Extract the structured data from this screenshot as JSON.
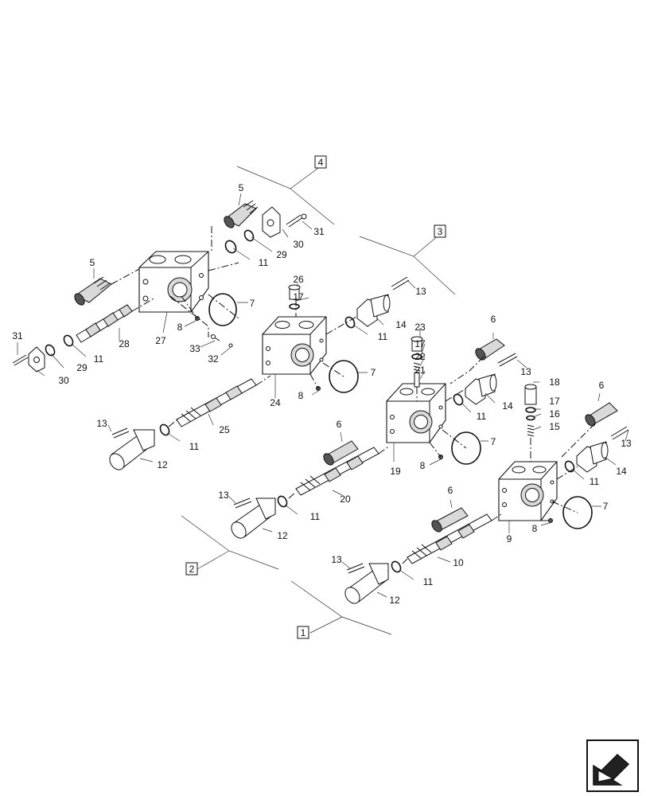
{
  "diagram": {
    "groups": [
      "1",
      "2",
      "3",
      "4"
    ],
    "callouts": {
      "g4": [
        "5",
        "5",
        "31",
        "30",
        "29",
        "11",
        "7",
        "27",
        "8",
        "33",
        "32",
        "28",
        "11",
        "29",
        "30",
        "31"
      ],
      "g3": [
        "26",
        "17",
        "13",
        "14",
        "11",
        "7",
        "24",
        "8",
        "25",
        "11",
        "13",
        "12"
      ],
      "g2": [
        "23",
        "17",
        "22",
        "21",
        "6",
        "13",
        "14",
        "11",
        "7",
        "19",
        "8",
        "6",
        "20",
        "11",
        "13",
        "12"
      ],
      "g1": [
        "18",
        "17",
        "16",
        "15",
        "6",
        "13",
        "14",
        "11",
        "7",
        "9",
        "8",
        "6",
        "10",
        "11",
        "13",
        "12"
      ]
    }
  },
  "nav": {
    "icon": "previous-page-arrow-icon"
  }
}
